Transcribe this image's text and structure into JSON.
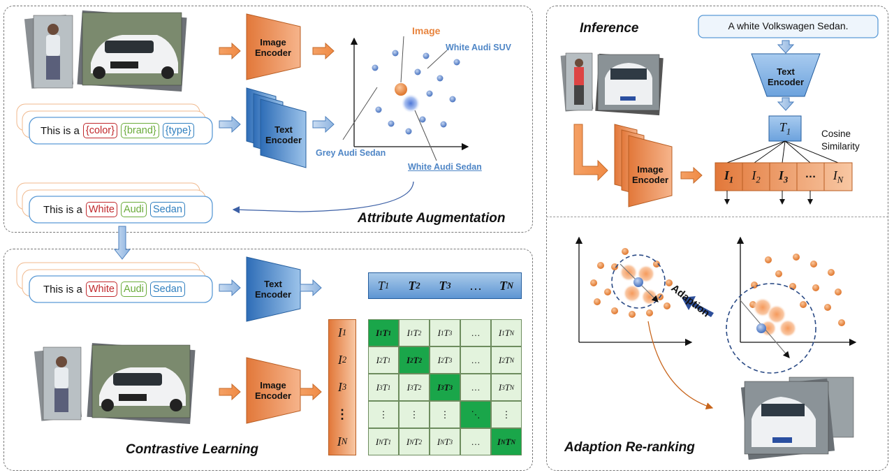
{
  "panels": {
    "attr_aug_title": "Attribute Augmentation",
    "contrastive_title": "Contrastive Learning",
    "inference_title": "Inference",
    "rerank_title": "Adaption Re-ranking"
  },
  "encoders": {
    "image": "Image Encoder",
    "text": "Text Encoder"
  },
  "prompts": {
    "template_prefix": "This is a",
    "template_slots": [
      "{color}",
      "{brand}",
      "{type}"
    ],
    "filled_prefix": "This is a",
    "filled_slots": [
      "White",
      "Audi",
      "Sedan"
    ],
    "contrast_prefix": "This is a",
    "contrast_slots": [
      "White",
      "Audi",
      "Sedan"
    ]
  },
  "embedding_labels": {
    "image": "Image",
    "white_suv": "White Audi SUV",
    "grey_sedan": "Grey Audi Sedan",
    "white_sedan": "White Audi Sedan"
  },
  "inference": {
    "query": "A white Volkswagen Sedan.",
    "cosine": "Cosine Similarity"
  },
  "rerank": {
    "adaption": "Adaption"
  },
  "matrix": {
    "t_headers": [
      "T",
      "T",
      "T",
      "…",
      "T"
    ],
    "t_subs": [
      "1",
      "2",
      "3",
      "",
      "N"
    ],
    "i_headers": [
      "I",
      "I",
      "I",
      "⋮",
      "I"
    ],
    "i_subs": [
      "1",
      "2",
      "3",
      "",
      "N"
    ]
  },
  "colors": {
    "orange": "#e8843e",
    "blue": "#4f86c6",
    "green_dark": "#1aa64a",
    "green_light": "#e3f3dd",
    "red_chip": "#c0282c",
    "green_chip": "#6aab3a",
    "blue_chip": "#2f7fbf"
  }
}
